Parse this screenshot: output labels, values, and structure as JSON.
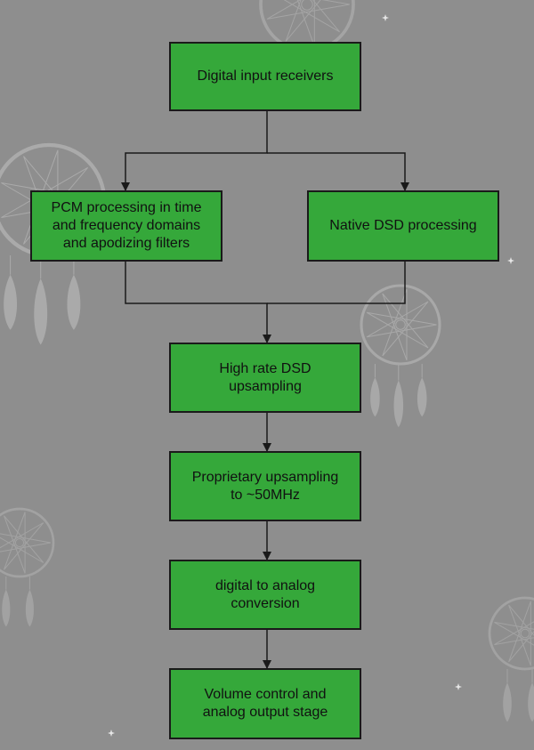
{
  "colors": {
    "background": "#8e8e8e",
    "node_fill": "#35a83a",
    "node_border": "#1a1a1a",
    "edge": "#1a1a1a",
    "decoration": "#b4b4b4"
  },
  "diagram": {
    "type": "flowchart",
    "nodes": [
      {
        "id": "digital-input-receivers",
        "label": "Digital input receivers"
      },
      {
        "id": "pcm-processing",
        "label": "PCM processing in time\nand frequency domains\nand apodizing filters"
      },
      {
        "id": "native-dsd-processing",
        "label": "Native DSD processing"
      },
      {
        "id": "high-rate-dsd-upsampling",
        "label": "High rate DSD\nupsampling"
      },
      {
        "id": "proprietary-upsampling",
        "label": "Proprietary upsampling\nto ~50MHz"
      },
      {
        "id": "digital-to-analog-conversion",
        "label": "digital to analog\nconversion"
      },
      {
        "id": "volume-control-output",
        "label": "Volume control and\nanalog output stage"
      }
    ],
    "edges": [
      {
        "from": "digital-input-receivers",
        "to": "pcm-processing"
      },
      {
        "from": "digital-input-receivers",
        "to": "native-dsd-processing"
      },
      {
        "from": "pcm-processing",
        "to": "high-rate-dsd-upsampling"
      },
      {
        "from": "native-dsd-processing",
        "to": "high-rate-dsd-upsampling"
      },
      {
        "from": "high-rate-dsd-upsampling",
        "to": "proprietary-upsampling"
      },
      {
        "from": "proprietary-upsampling",
        "to": "digital-to-analog-conversion"
      },
      {
        "from": "digital-to-analog-conversion",
        "to": "volume-control-output"
      }
    ]
  }
}
